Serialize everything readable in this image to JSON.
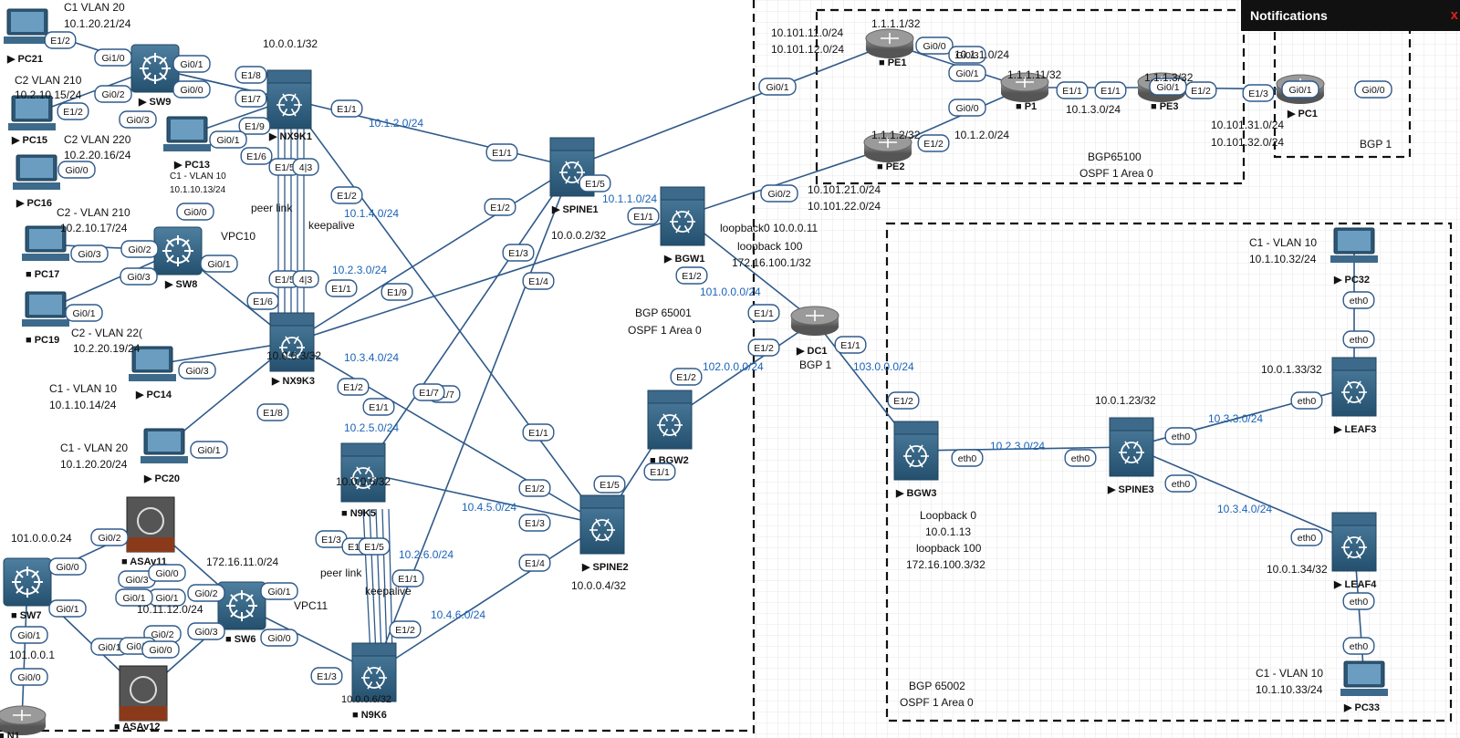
{
  "notifications": {
    "title": "Notifications",
    "close": "x"
  },
  "colors": {
    "link": "#2f5a8a",
    "subnet": "#1a63b8",
    "zone_border": "#111111",
    "device_dark": "#2d5e7e",
    "router": "#777777"
  },
  "devices": [
    {
      "id": "PC21",
      "label": "▶ PC21",
      "icon": "pc-icon"
    },
    {
      "id": "PC15",
      "label": "▶ PC15",
      "icon": "pc-icon"
    },
    {
      "id": "PC16",
      "label": "▶ PC16",
      "icon": "pc-icon"
    },
    {
      "id": "PC13",
      "label": "▶ PC13",
      "icon": "pc-icon"
    },
    {
      "id": "PC17",
      "label": "■ PC17",
      "icon": "pc-icon"
    },
    {
      "id": "PC19",
      "label": "■ PC19",
      "icon": "pc-icon"
    },
    {
      "id": "PC14",
      "label": "▶ PC14",
      "icon": "pc-icon"
    },
    {
      "id": "PC20",
      "label": "▶ PC20",
      "icon": "pc-icon"
    },
    {
      "id": "SW9",
      "label": "▶ SW9",
      "icon": "l3switch-icon"
    },
    {
      "id": "SW8",
      "label": "▶ SW8",
      "icon": "l3switch-icon"
    },
    {
      "id": "SW7",
      "label": "■ SW7",
      "icon": "l3switch-icon"
    },
    {
      "id": "SW6",
      "label": "■ SW6",
      "icon": "l3switch-icon"
    },
    {
      "id": "NX9K1",
      "label": "▶ NX9K1",
      "icon": "nexus-icon"
    },
    {
      "id": "NX9K3",
      "label": "▶ NX9K3",
      "icon": "nexus-icon"
    },
    {
      "id": "N9K5",
      "label": "■ N9K5",
      "icon": "nexus-icon"
    },
    {
      "id": "N9K6",
      "label": "■ N9K6",
      "icon": "nexus-icon"
    },
    {
      "id": "SPINE1",
      "label": "▶ SPINE1",
      "icon": "nexus-icon"
    },
    {
      "id": "SPINE2",
      "label": "▶ SPINE2",
      "icon": "nexus-icon"
    },
    {
      "id": "BGW1",
      "label": "▶ BGW1",
      "icon": "nexus-icon"
    },
    {
      "id": "BGW2",
      "label": "■ BGW2",
      "icon": "nexus-icon"
    },
    {
      "id": "ASAv11",
      "label": "■ ASAv11",
      "icon": "firewall-icon"
    },
    {
      "id": "ASAv12",
      "label": "■ ASAv12",
      "icon": "firewall-icon"
    },
    {
      "id": "N1",
      "label": "■ N1",
      "icon": "router-icon"
    },
    {
      "id": "DC1",
      "label": "▶ DC1",
      "icon": "router-icon"
    },
    {
      "id": "PE1",
      "label": "■ PE1",
      "icon": "router-icon"
    },
    {
      "id": "PE2",
      "label": "■ PE2",
      "icon": "router-icon"
    },
    {
      "id": "P1",
      "label": "■ P1",
      "icon": "router-icon"
    },
    {
      "id": "PE3",
      "label": "■ PE3",
      "icon": "router-icon"
    },
    {
      "id": "PC1",
      "label": "▶ PC1",
      "icon": "router-icon"
    },
    {
      "id": "BGW3",
      "label": "▶ BGW3",
      "icon": "nexus-icon"
    },
    {
      "id": "SPINE3",
      "label": "▶ SPINE3",
      "icon": "nexus-icon"
    },
    {
      "id": "LEAF3",
      "label": "▶ LEAF3",
      "icon": "nexus-icon"
    },
    {
      "id": "LEAF4",
      "label": "▶ LEAF4",
      "icon": "nexus-icon"
    },
    {
      "id": "PC32",
      "label": "▶ PC32",
      "icon": "pc-icon"
    },
    {
      "id": "PC33",
      "label": "▶ PC33",
      "icon": "pc-icon"
    }
  ],
  "links": [
    [
      "PC21",
      "SW9"
    ],
    [
      "PC15",
      "SW9"
    ],
    [
      "SW9",
      "NX9K1"
    ],
    [
      "SW9",
      "NX9K1"
    ],
    [
      "PC13",
      "NX9K1"
    ],
    [
      "PC17",
      "SW8"
    ],
    [
      "PC19",
      "SW8"
    ],
    [
      "SW8",
      "NX9K3"
    ],
    [
      "PC14",
      "NX9K3"
    ],
    [
      "PC20",
      "NX9K3"
    ],
    [
      "NX9K1",
      "SPINE1"
    ],
    [
      "NX9K1",
      "SPINE2"
    ],
    [
      "NX9K3",
      "SPINE1"
    ],
    [
      "NX9K3",
      "BGW1"
    ],
    [
      "NX9K3",
      "SPINE2"
    ],
    [
      "N9K5",
      "SPINE1"
    ],
    [
      "N9K5",
      "SPINE2"
    ],
    [
      "N9K6",
      "SPINE1"
    ],
    [
      "N9K6",
      "SPINE2"
    ],
    [
      "SW6",
      "N9K6"
    ],
    [
      "SW7",
      "ASAv11"
    ],
    [
      "SW7",
      "ASAv12"
    ],
    [
      "ASAv11",
      "SW6"
    ],
    [
      "ASAv12",
      "SW6"
    ],
    [
      "SW7",
      "N1"
    ],
    [
      "SPINE1",
      "PE1"
    ],
    [
      "BGW1",
      "PE2"
    ],
    [
      "SPINE2",
      "BGW2"
    ],
    [
      "BGW2",
      "DC1"
    ],
    [
      "BGW1",
      "DC1"
    ],
    [
      "DC1",
      "BGW3"
    ],
    [
      "PE1",
      "P1"
    ],
    [
      "PE2",
      "P1"
    ],
    [
      "P1",
      "PE3"
    ],
    [
      "PE3",
      "PC1"
    ],
    [
      "BGW3",
      "SPINE3"
    ],
    [
      "SPINE3",
      "LEAF3"
    ],
    [
      "SPINE3",
      "LEAF4"
    ],
    [
      "LEAF3",
      "PC32"
    ],
    [
      "LEAF4",
      "PC33"
    ]
  ],
  "ports": [
    "Gi1/0",
    "Gi0/2",
    "Gi0/3",
    "Gi0/1",
    "Gi0/0",
    "E1/8",
    "E1/7",
    "E1/9",
    "E1/6",
    "E1/5",
    "4|3",
    "E1/1",
    "E1/2",
    "E1/1",
    "E1/2",
    "E1/5",
    "E1/3",
    "E1/4",
    "E1/1",
    "E1/2",
    "E1/9",
    "Gi0/2",
    "Gi0/3",
    "Gi0/1",
    "E1/5",
    "4|3",
    "E1/6",
    "E1/1",
    "E1/7",
    "E1/8",
    "E1/2",
    "E1/1",
    "E1/7",
    "E1/1",
    "E1/2",
    "E1/3",
    "E1/4",
    "E1/5",
    "E1/2",
    "E1/1",
    "E1/3",
    "E1/6",
    "E1/5",
    "E1/1",
    "E1/2",
    "E1/3",
    "Gi0/0",
    "Gi0/1",
    "Gi0/2",
    "Gi0/3",
    "Gi0/0",
    "Gi0/1",
    "Gi0/2",
    "Gi0/3",
    "Gi0/1",
    "Gi0/0",
    "Gi0/1",
    "Gi0/2",
    "Gi0/1",
    "Gi0/0",
    "Gi0/1",
    "Gi0/2",
    "Gi0/0",
    "Gi0/0",
    "Gi0/1",
    "Gi0/2",
    "Gi0/0",
    "Gi0/1",
    "Gi0/0",
    "E1/2",
    "E1/1",
    "E1/1",
    "E1/2",
    "E1/3",
    "E1/1",
    "E1/2",
    "E1/1",
    "E1/2",
    "eth0",
    "eth0",
    "eth0",
    "eth0",
    "eth0",
    "eth0",
    "eth0",
    "eth0",
    "eth0",
    "eth0",
    "E1/2",
    "E1/2",
    "Gi0/0",
    "Gi0/1",
    "Gi0/3",
    "Gi0/1",
    "Gi0/3",
    "Gi0/1",
    "Gi0/3",
    "Gi0/1",
    "Gi0/1",
    "Gi0/0"
  ],
  "text_labels": {
    "pc21_vlan": "C1  VLAN 20",
    "pc21_ip": "10.1.20.21/24",
    "pc15_vlan": "C2  VLAN 210",
    "pc15_ip": "10.2.10.15/24",
    "pc16_vlan": "C2  VLAN 220",
    "pc16_ip": "10.2.20.16/24",
    "pc13_vlan": "C1 - VLAN 10",
    "pc13_ip": "10.1.10.13/24",
    "pc17_vlan": "C2 - VLAN 210",
    "pc17_ip": "10.2.10.17/24",
    "pc19_vlan": "C2 - VLAN 22(",
    "pc19_ip": "10.2.20.19/24",
    "pc14_vlan": "C1 - VLAN 10",
    "pc14_ip": "10.1.10.14/24",
    "pc20_vlan": "C1 - VLAN 20",
    "pc20_ip": "10.1.20.20/24",
    "nx9k1_lo": "10.0.0.1/32",
    "nx9k3_lo": "10.0.0.3/32",
    "vpc10": "VPC10",
    "vpc11": "VPC11",
    "peer_link_1": "peer link",
    "keepalive_1": "keepalive",
    "peer_link_2": "peer link",
    "keepalive_2": "keepalive",
    "spine1_lo": "10.0.0.2/32",
    "spine2_lo": "10.0.0.4/32",
    "n9k5_lo": "10.0.0.5/32",
    "n9k6_lo": "10.0.0.6/32",
    "sw7_net": "101.0.0.0.24",
    "n1_ip": "101.0.0.1",
    "sw6_net": "172.16.11.0/24",
    "asa_net": "10.11.12.0/24",
    "bgw1_lo0": "loopback0 10.0.0.11",
    "bgw1_lo100": "loopback 100",
    "bgw1_lo100_ip": "172.16.100.1/32",
    "bgp65001": "BGP 65001",
    "ospf1_a": "OSPF 1 Area 0",
    "dc1_bgp": "BGP 1",
    "pe1_lo": "1.1.1.1/32",
    "pe1_net1": "10.101.11.0/24",
    "pe1_net2": "10.101.12.0/24",
    "pe2_lo": "1.1.1.2/32",
    "pe2_net1": "10.101.21.0/24",
    "pe2_net2": "10.101.22.0/24",
    "p1_lo": "1.1.1.11/32",
    "pe3_lo": "1.1.1.3/32",
    "net_pe1_p1": "10.1.1.0/24",
    "net_pe2_p1": "10.1.2.0/24",
    "net_p1_pe3": "10.1.3.0/24",
    "pc1_net1": "10.101.31.0/24",
    "pc1_net2": "10.101.32.0/24",
    "bgp65100": "BGP65100",
    "ospf1_b": "OSPF 1 Area 0",
    "bgp1_pc1": "BGP 1",
    "bgw3_lo0": "Loopback 0",
    "bgw3_lo0_ip": "10.0.1.13",
    "bgw3_lo100": "loopback 100",
    "bgw3_lo100_ip": "172.16.100.3/32",
    "spine3_lo": "10.0.1.23/32",
    "leaf3_lo": "10.0.1.33/32",
    "leaf4_lo": "10.0.1.34/32",
    "pc32_vlan": "C1 - VLAN 10",
    "pc32_ip": "10.1.10.32/24",
    "pc33_vlan": "C1 - VLAN 10",
    "pc33_ip": "10.1.10.33/24",
    "bgp65002": "BGP 65002",
    "ospf1_c": "OSPF 1 Area 0"
  },
  "subnets": [
    "10.1.2.0/24",
    "10.1.4.0/24",
    "10.2.3.0/24",
    "10.3.4.0/24",
    "10.2.5.0/24",
    "10.4.5.0/24",
    "10.2.6.0/24",
    "10.4.6.0/24",
    "10.1.1.0/24",
    "101.0.0.0/24",
    "102.0.0.0/24",
    "103.0.0.0/24",
    "10.2.3.0/24",
    "10.3.3.0/24",
    "10.3.4.0/24"
  ]
}
